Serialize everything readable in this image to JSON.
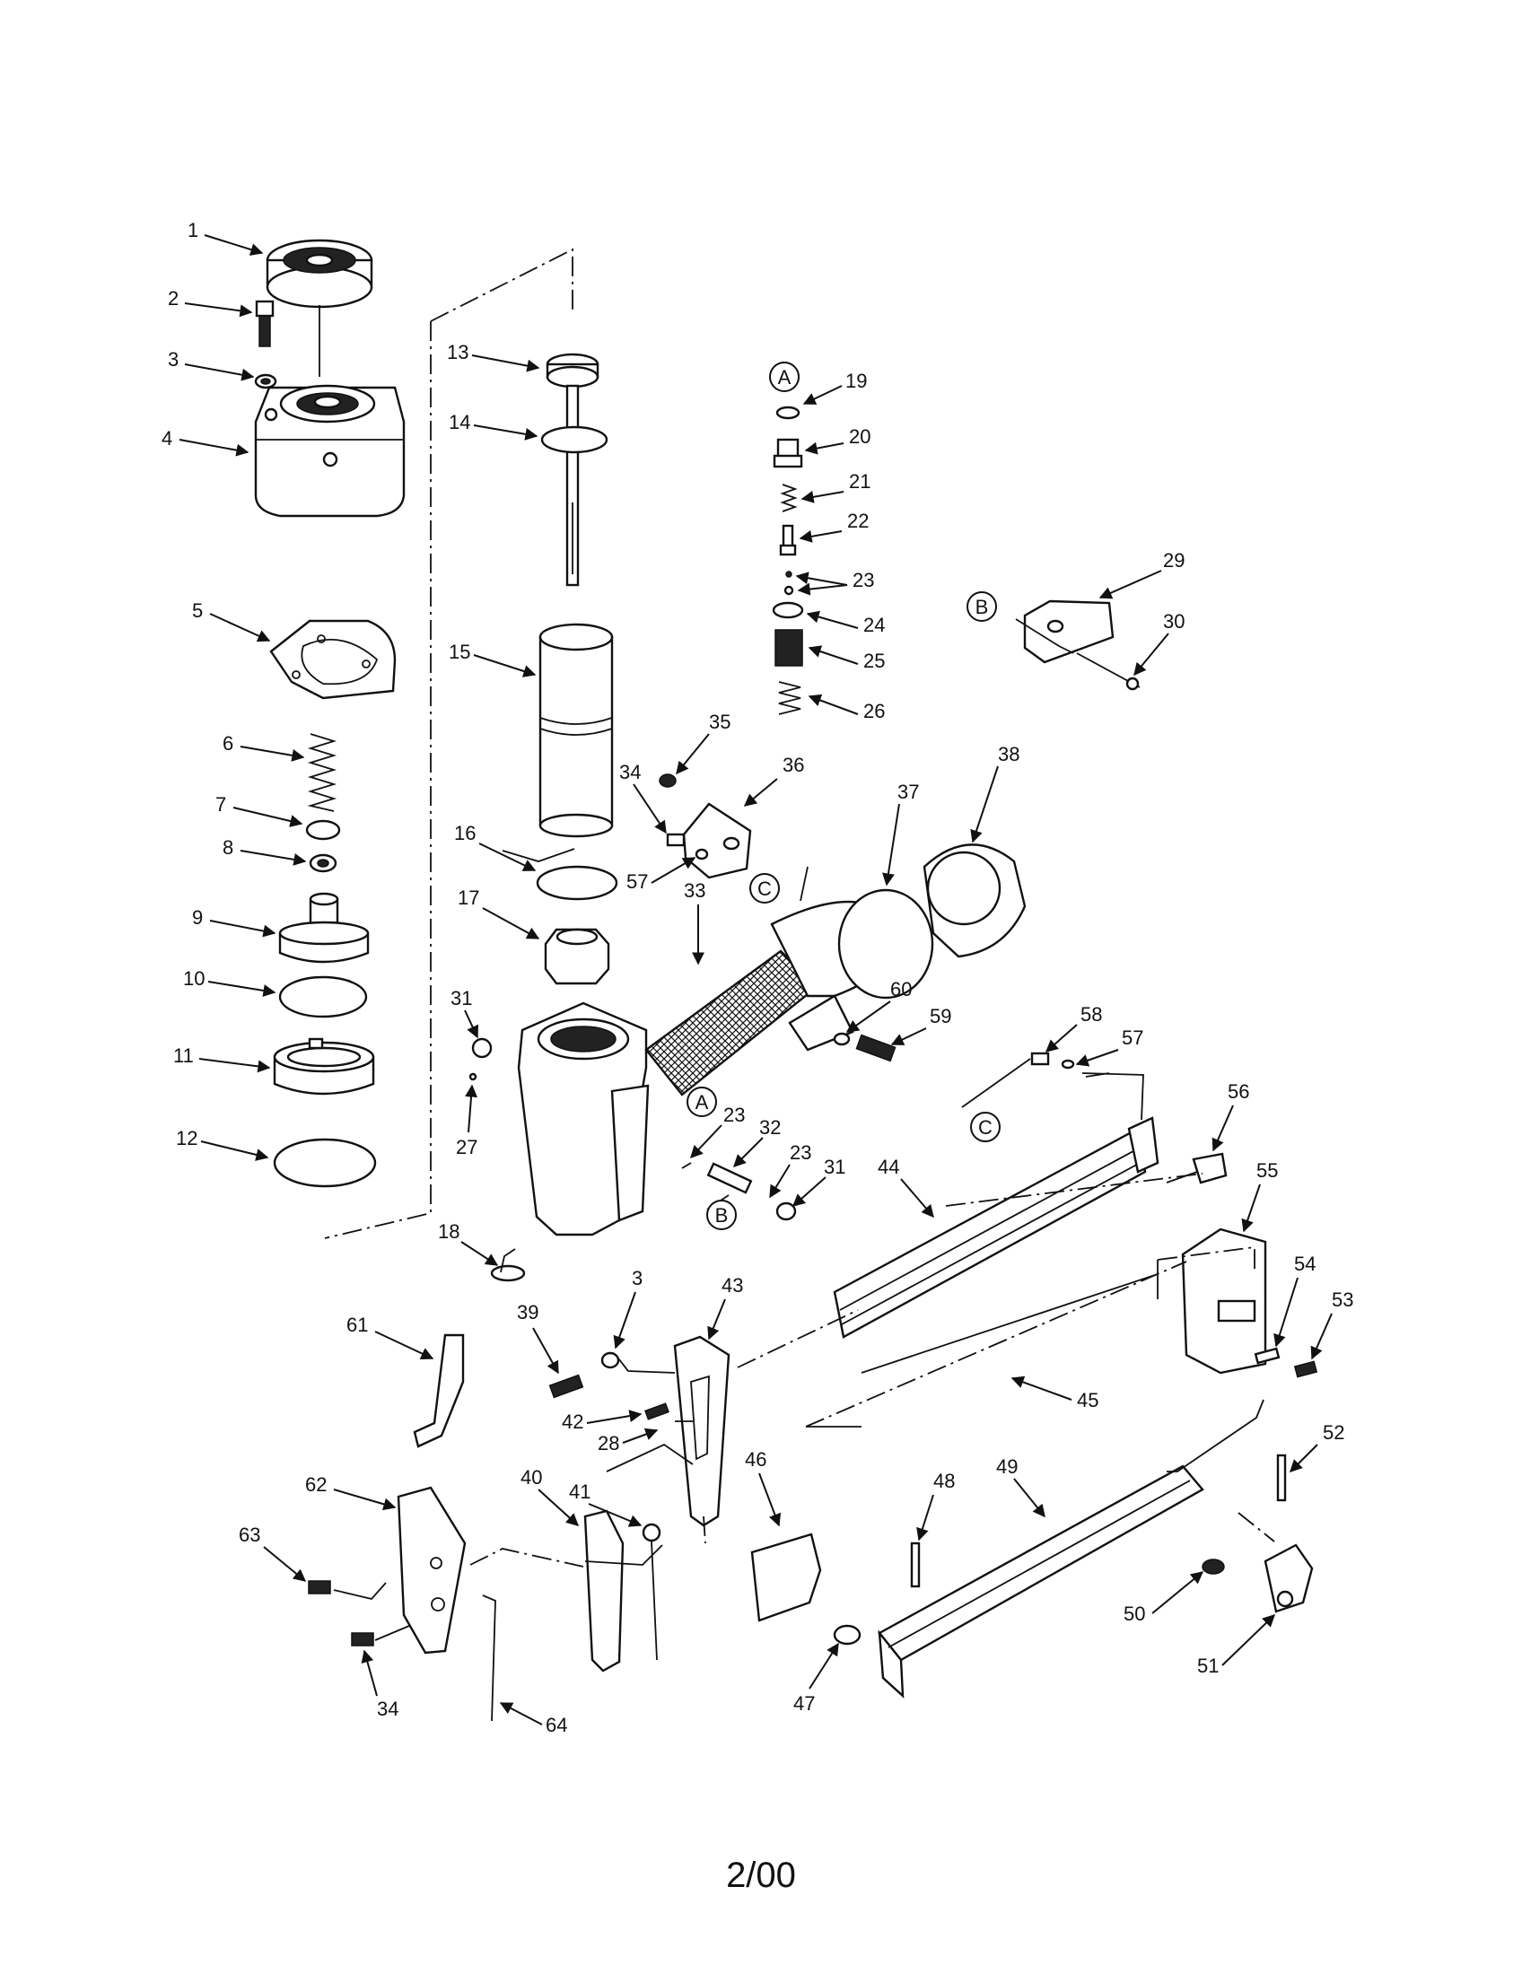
{
  "footer": {
    "date_code": "2/00"
  },
  "callouts": [
    {
      "label": "1"
    },
    {
      "label": "2"
    },
    {
      "label": "3"
    },
    {
      "label": "4"
    },
    {
      "label": "5"
    },
    {
      "label": "6"
    },
    {
      "label": "7"
    },
    {
      "label": "8"
    },
    {
      "label": "9"
    },
    {
      "label": "10"
    },
    {
      "label": "11"
    },
    {
      "label": "12"
    },
    {
      "label": "13"
    },
    {
      "label": "14"
    },
    {
      "label": "15"
    },
    {
      "label": "16"
    },
    {
      "label": "17"
    },
    {
      "label": "18"
    },
    {
      "label": "19"
    },
    {
      "label": "20"
    },
    {
      "label": "21"
    },
    {
      "label": "22"
    },
    {
      "label": "23"
    },
    {
      "label": "24"
    },
    {
      "label": "25"
    },
    {
      "label": "26"
    },
    {
      "label": "27"
    },
    {
      "label": "29"
    },
    {
      "label": "30"
    },
    {
      "label": "31"
    },
    {
      "label": "23"
    },
    {
      "label": "32"
    },
    {
      "label": "23"
    },
    {
      "label": "31"
    },
    {
      "label": "33"
    },
    {
      "label": "34"
    },
    {
      "label": "35"
    },
    {
      "label": "36"
    },
    {
      "label": "57"
    },
    {
      "label": "37"
    },
    {
      "label": "38"
    },
    {
      "label": "60"
    },
    {
      "label": "59"
    },
    {
      "label": "58"
    },
    {
      "label": "57"
    },
    {
      "label": "56"
    },
    {
      "label": "44"
    },
    {
      "label": "55"
    },
    {
      "label": "54"
    },
    {
      "label": "53"
    },
    {
      "label": "45"
    },
    {
      "label": "61"
    },
    {
      "label": "39"
    },
    {
      "label": "3"
    },
    {
      "label": "43"
    },
    {
      "label": "42"
    },
    {
      "label": "28"
    },
    {
      "label": "46"
    },
    {
      "label": "40"
    },
    {
      "label": "41"
    },
    {
      "label": "62"
    },
    {
      "label": "63"
    },
    {
      "label": "34"
    },
    {
      "label": "64"
    },
    {
      "label": "48"
    },
    {
      "label": "49"
    },
    {
      "label": "47"
    },
    {
      "label": "52"
    },
    {
      "label": "50"
    },
    {
      "label": "51"
    }
  ],
  "connector_markers": [
    {
      "letter": "A"
    },
    {
      "letter": "A"
    },
    {
      "letter": "B"
    },
    {
      "letter": "B"
    },
    {
      "letter": "C"
    },
    {
      "letter": "C"
    }
  ]
}
